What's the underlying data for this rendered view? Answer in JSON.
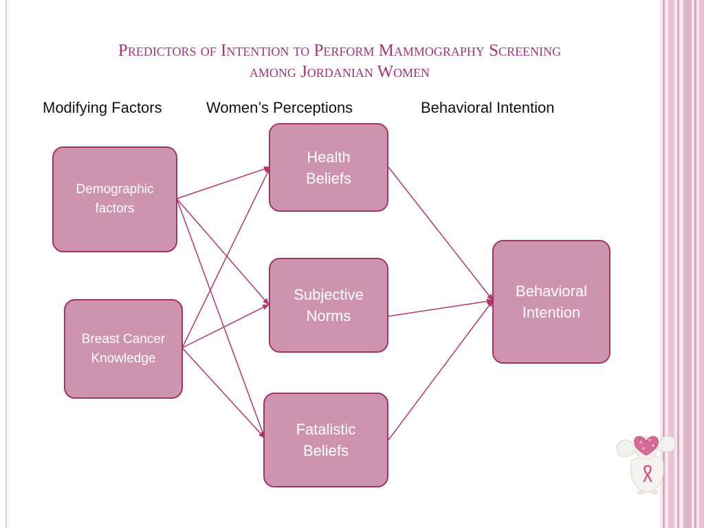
{
  "title": {
    "line1": "Predictors of Intention to Perform Mammography Screening",
    "line2": "among Jordanian Women"
  },
  "columns": {
    "modifying": "Modifying Factors",
    "perceptions": "Women’s Perceptions",
    "intention": "Behavioral Intention"
  },
  "nodes": {
    "demographic": "Demographic factors",
    "knowledge": "Breast Cancer Knowledge",
    "health_beliefs": "Health Beliefs",
    "subjective_norms": "Subjective Norms",
    "fatalistic_beliefs": "Fatalistic Beliefs",
    "behavioral_intention": "Behavioral Intention"
  },
  "colors": {
    "title": "#a5337a",
    "node_fill": "#cf94ad",
    "node_border": "#a03465",
    "arrow": "#b5336f",
    "stripe_dark": "#d7a6bb",
    "stripe_light": "#f3dce6"
  }
}
